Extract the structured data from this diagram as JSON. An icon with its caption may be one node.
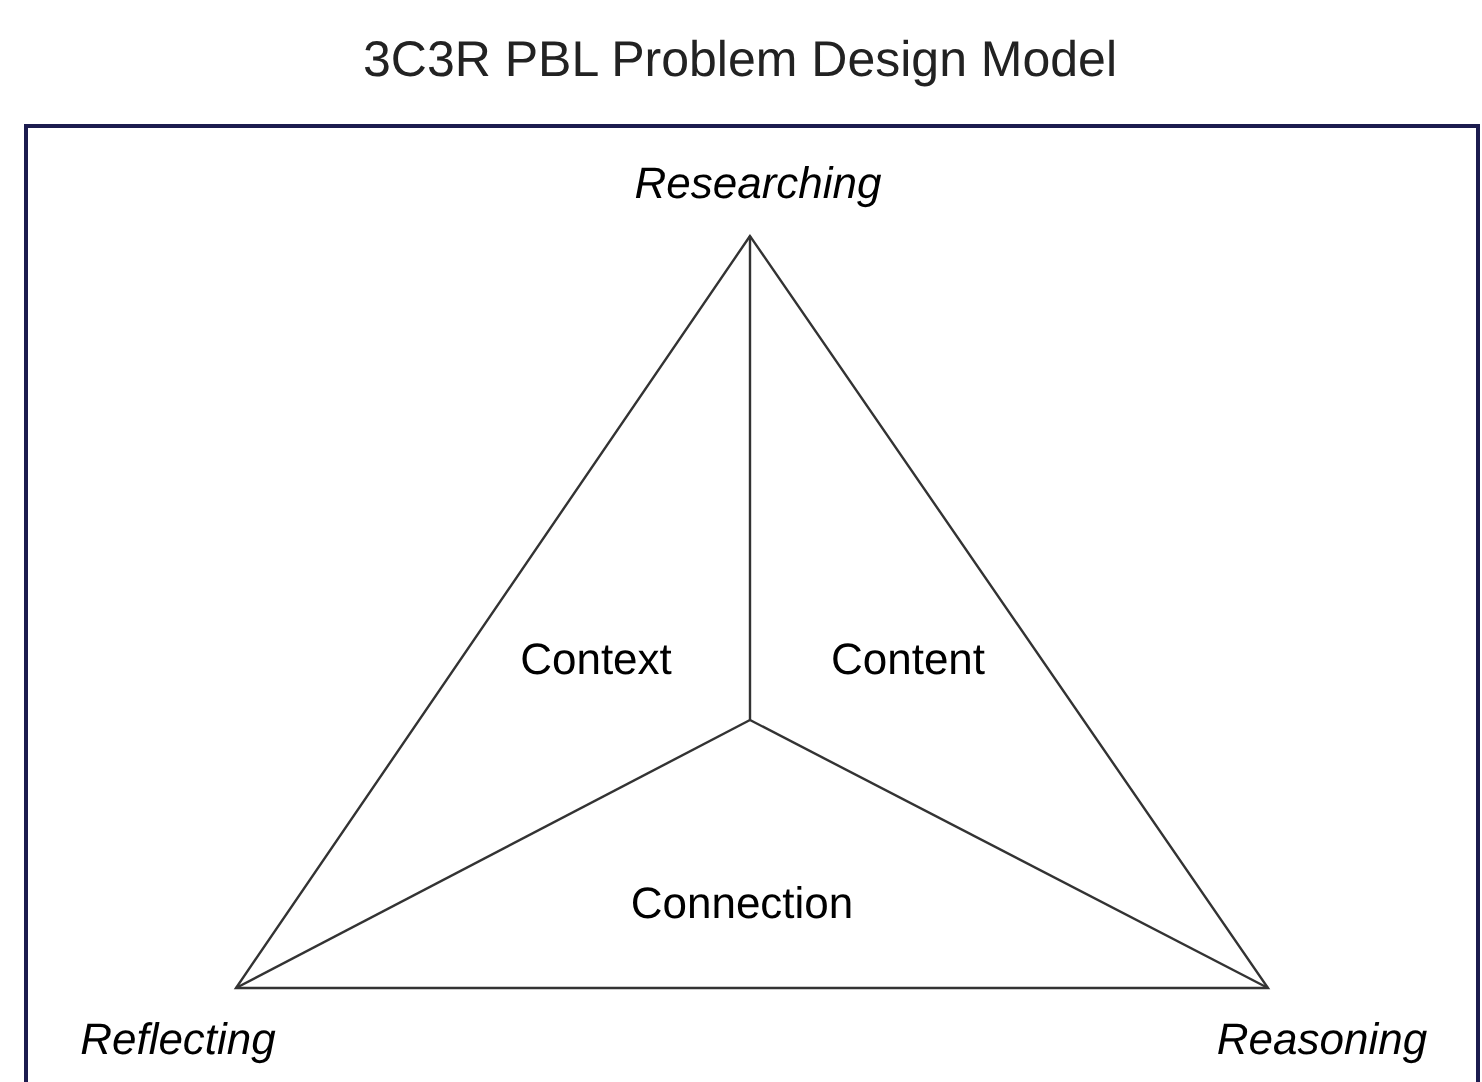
{
  "diagram": {
    "title": "3C3R PBL Problem Design Model",
    "labels": [
      "Researching",
      "Context",
      "Content",
      "Connection",
      "Reflecting",
      "Reasoning"
    ]
  }
}
